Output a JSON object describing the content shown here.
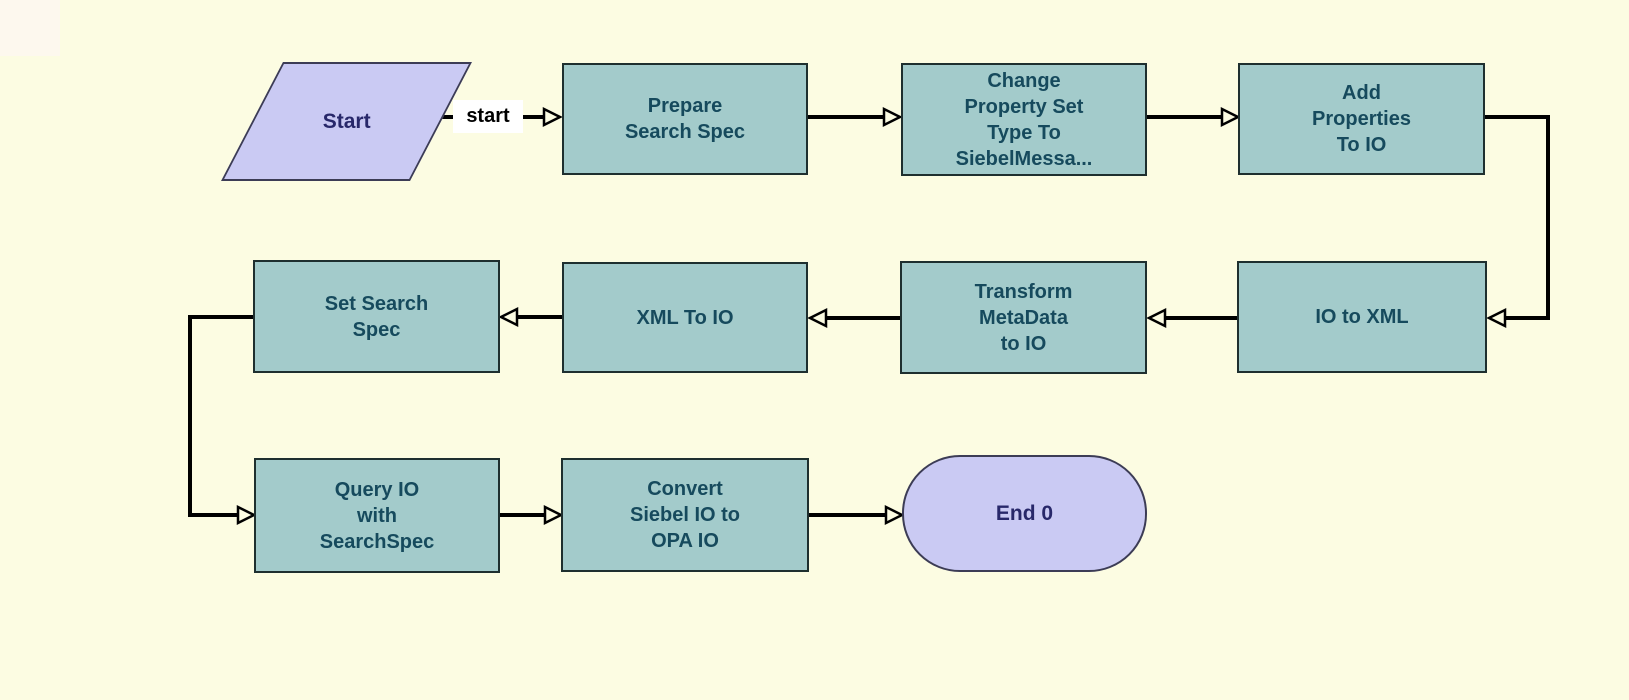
{
  "diagram": {
    "type": "workflow-flowchart",
    "colors": {
      "background": "#fcfce2",
      "corner_patch": "#fdf8ee",
      "task_fill": "#a3cbcb",
      "task_border": "#1e2f2f",
      "task_text": "#164a5d",
      "terminal_fill": "#cacaf3",
      "terminal_border": "#3c3c55",
      "terminal_text": "#28286a",
      "connector": "#000000",
      "connector_label_bg": "#ffffff"
    },
    "connector_label": "start",
    "nodes": [
      {
        "id": "start",
        "type": "start",
        "label": "Start"
      },
      {
        "id": "prepare-search-spec",
        "type": "task",
        "label": "Prepare\nSearch Spec"
      },
      {
        "id": "change-property-set-type",
        "type": "task",
        "label": "Change\nProperty Set\nType To\nSiebelMessa..."
      },
      {
        "id": "add-properties-to-io",
        "type": "task",
        "label": "Add\nProperties\nTo IO"
      },
      {
        "id": "io-to-xml",
        "type": "task",
        "label": "IO to XML"
      },
      {
        "id": "transform-metadata-to-io",
        "type": "task",
        "label": "Transform\nMetaData\nto IO"
      },
      {
        "id": "xml-to-io",
        "type": "task",
        "label": "XML To IO"
      },
      {
        "id": "set-search-spec",
        "type": "task",
        "label": "Set Search\nSpec"
      },
      {
        "id": "query-io-with-searchspec",
        "type": "task",
        "label": "Query IO\nwith\nSearchSpec"
      },
      {
        "id": "convert-siebel-io-to-opa-io",
        "type": "task",
        "label": "Convert\nSiebel IO to\nOPA IO"
      },
      {
        "id": "end",
        "type": "end",
        "label": "End 0"
      }
    ],
    "edges": [
      {
        "from": "start",
        "to": "prepare-search-spec",
        "label": "start"
      },
      {
        "from": "prepare-search-spec",
        "to": "change-property-set-type",
        "label": ""
      },
      {
        "from": "change-property-set-type",
        "to": "add-properties-to-io",
        "label": ""
      },
      {
        "from": "add-properties-to-io",
        "to": "io-to-xml",
        "label": ""
      },
      {
        "from": "io-to-xml",
        "to": "transform-metadata-to-io",
        "label": ""
      },
      {
        "from": "transform-metadata-to-io",
        "to": "xml-to-io",
        "label": ""
      },
      {
        "from": "xml-to-io",
        "to": "set-search-spec",
        "label": ""
      },
      {
        "from": "set-search-spec",
        "to": "query-io-with-searchspec",
        "label": ""
      },
      {
        "from": "query-io-with-searchspec",
        "to": "convert-siebel-io-to-opa-io",
        "label": ""
      },
      {
        "from": "convert-siebel-io-to-opa-io",
        "to": "end",
        "label": ""
      }
    ]
  }
}
